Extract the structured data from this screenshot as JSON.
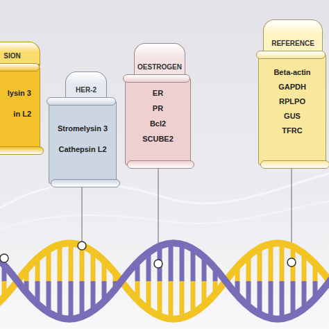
{
  "diagram": {
    "nodes": [
      {
        "text": [
          "SION",
          "lysin 3",
          "in L2"
        ]
      },
      {
        "text": [
          "HER-2",
          "Stromelysin 3",
          "Cathepsin L2"
        ]
      },
      {
        "text": [
          "OESTROGEN",
          "ER",
          "PR",
          "Bcl2",
          "SCUBE2"
        ]
      },
      {
        "text": [
          "REFERENCE",
          "Beta-actin",
          "GAPDH",
          "RPLPO",
          "GUS",
          "TFRC"
        ]
      }
    ]
  }
}
